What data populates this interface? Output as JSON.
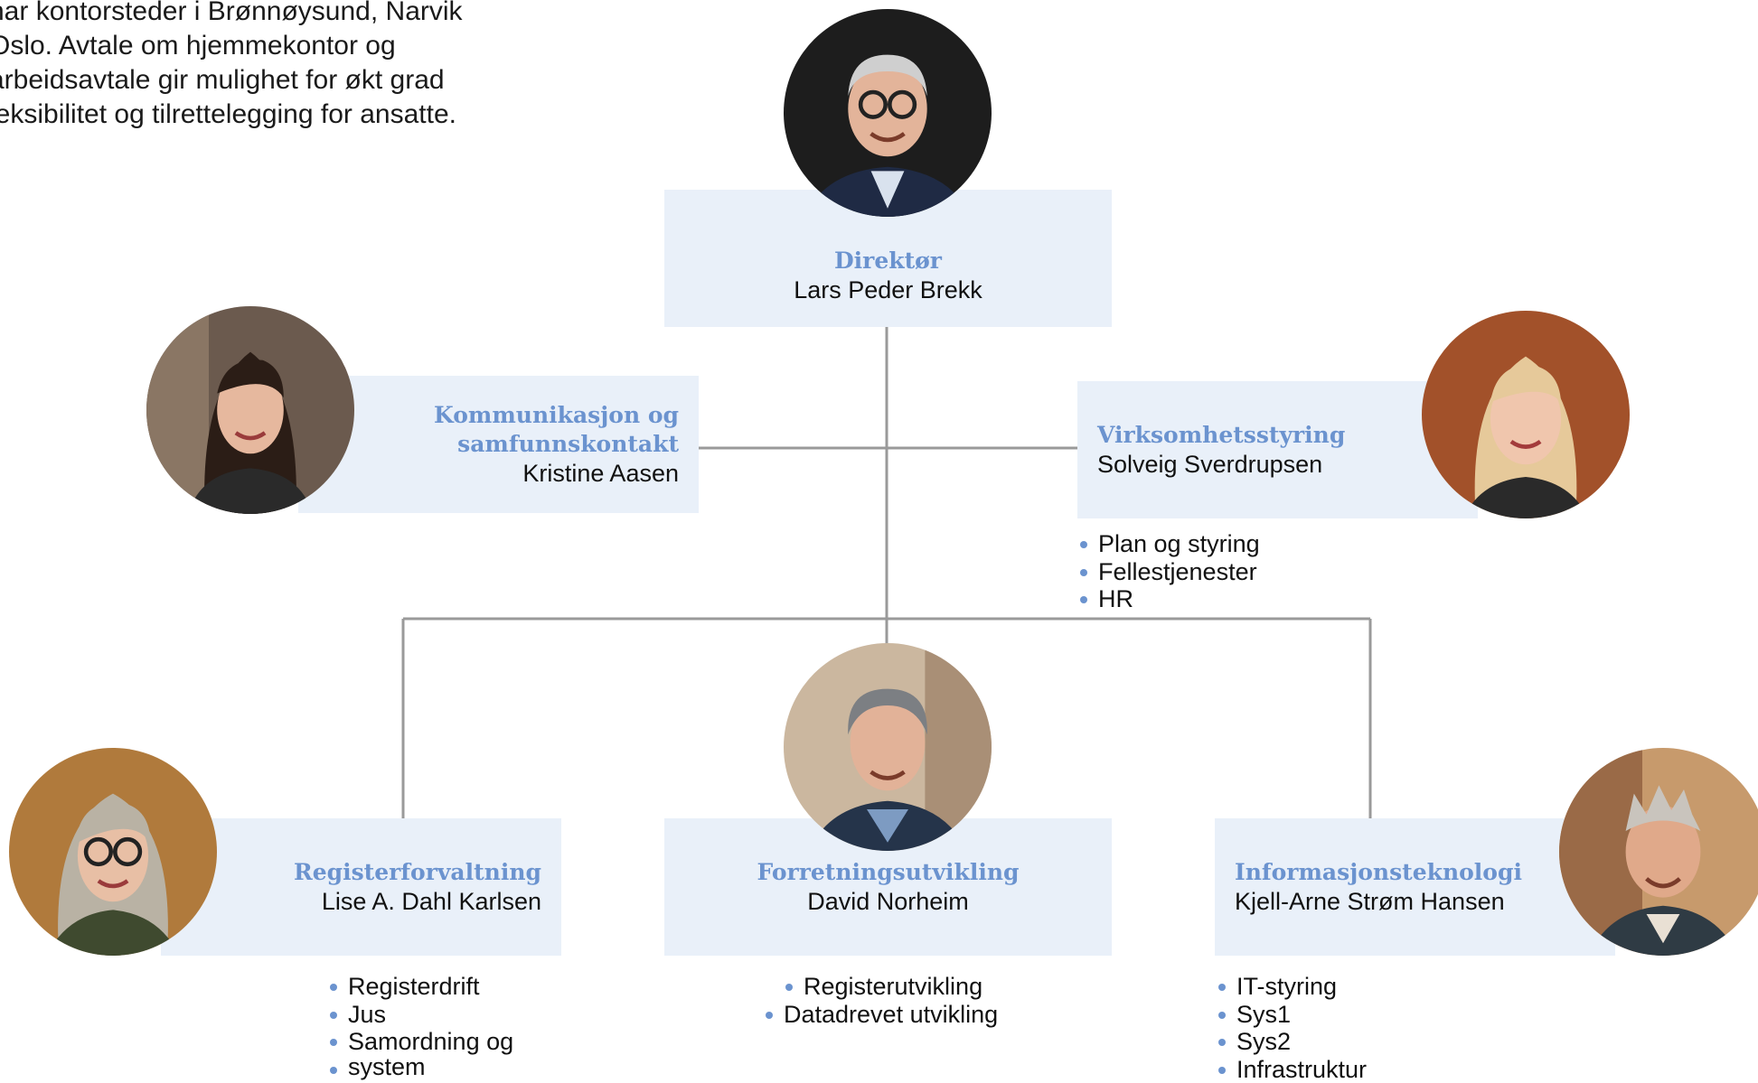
{
  "intro_lines": [
    "har kontorsteder i Brønnøysund, Narvik",
    "Oslo. Avtale om hjemmekontor og",
    "arbeidsavtale gir mulighet for økt grad",
    "leksibilitet og tilrettelegging for ansatte."
  ],
  "director": {
    "role": "Direktør",
    "name": "Lars Peder Brekk",
    "photo_icon": "portrait-man-glasses-icon"
  },
  "communication": {
    "role_line1": "Kommunikasjon og",
    "role_line2": "samfunnskontakt",
    "name": "Kristine Aasen",
    "photo_icon": "portrait-woman-dark-hair-icon"
  },
  "business_management": {
    "role": "Virksomhetsstyring",
    "name": "Solveig Sverdrupsen",
    "photo_icon": "portrait-woman-blonde-icon",
    "units": [
      "Plan og styring",
      "Fellestjenester",
      "HR"
    ]
  },
  "register_management": {
    "role": "Registerforvaltning",
    "name": "Lise A. Dahl Karlsen",
    "photo_icon": "portrait-woman-glasses-icon",
    "units": [
      "Registerdrift",
      "Jus",
      "Samordning og",
      "system"
    ]
  },
  "business_development": {
    "role": "Forretningsutvikling",
    "name": "David Norheim",
    "photo_icon": "portrait-man-grey-hair-icon",
    "units": [
      "Registerutvikling",
      "Datadrevet utvikling"
    ]
  },
  "information_technology": {
    "role": "Informasjonsteknologi",
    "name": "Kjell-Arne Strøm Hansen",
    "photo_icon": "portrait-man-spiky-hair-icon",
    "units": [
      "IT-styring",
      "Sys1",
      "Sys2",
      "Infrastruktur"
    ]
  },
  "colors": {
    "box_bg": "#e9f0f9",
    "role_text": "#6b93cf",
    "connector": "#9a9a9a",
    "bullet": "#6b93cf"
  }
}
